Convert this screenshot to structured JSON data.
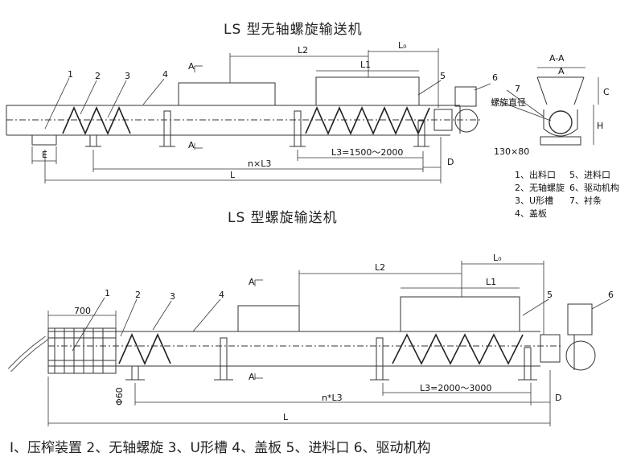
{
  "diagram1": {
    "title": "LS 型无轴螺旋输送机",
    "section_label": "A-A",
    "section_mark": "A",
    "labels": {
      "n1": "1",
      "n2": "2",
      "n3": "3",
      "n4": "4",
      "n5": "5",
      "n6": "6",
      "n7": "7",
      "L": "L",
      "L2": "L2",
      "L0": "L₀",
      "L1": "L1",
      "L3": "L3=1500～2000",
      "nL3": "n×L3",
      "D": "D",
      "E": "E",
      "A": "A",
      "C": "C",
      "H": "H",
      "dia": "螺旋直径",
      "bracket": "130×80"
    },
    "legend": [
      [
        "1、出料口",
        "5、进料口"
      ],
      [
        "2、无轴螺旋",
        "6、驱动机构"
      ],
      [
        "3、U形槽",
        "7、衬条"
      ],
      [
        "4、盖板",
        ""
      ]
    ]
  },
  "diagram2": {
    "title": "LS 型螺旋输送机",
    "labels": {
      "n1": "1",
      "n2": "2",
      "n3": "3",
      "n4": "4",
      "n5": "5",
      "n6": "6",
      "d700": "700",
      "L": "L",
      "L2": "L2",
      "L0": "L₀",
      "L1": "L1",
      "L3": "L3=2000～3000",
      "nL3": "n*L3",
      "D": "D",
      "phi": "Φ60",
      "A": "A"
    }
  },
  "caption": "I、压榨装置   2、无轴螺旋   3、U形槽   4、盖板   5、进料口   6、驱动机构"
}
